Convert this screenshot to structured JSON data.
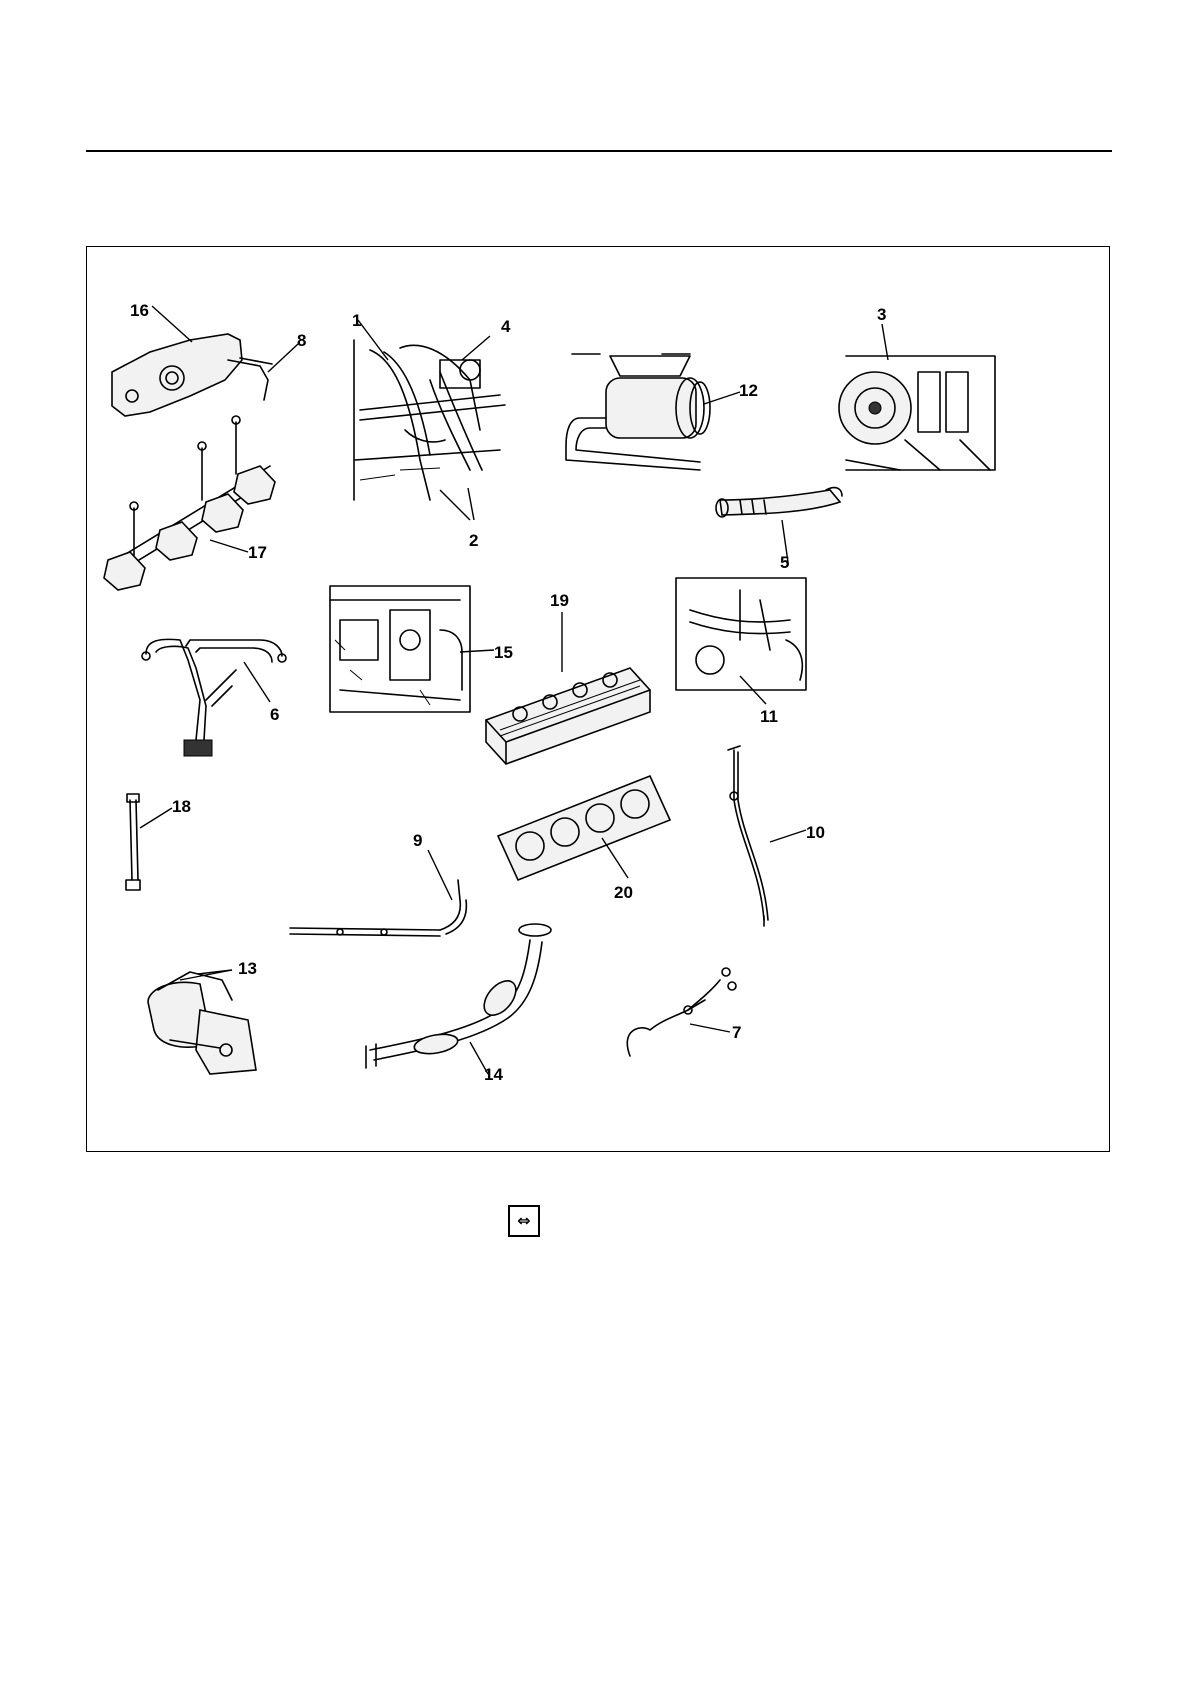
{
  "figure": {
    "callouts": [
      {
        "id": "c16",
        "label": "16"
      },
      {
        "id": "c8",
        "label": "8"
      },
      {
        "id": "c1",
        "label": "1"
      },
      {
        "id": "c4",
        "label": "4"
      },
      {
        "id": "c2",
        "label": "2"
      },
      {
        "id": "c12",
        "label": "12"
      },
      {
        "id": "c3",
        "label": "3"
      },
      {
        "id": "c17",
        "label": "17"
      },
      {
        "id": "c5",
        "label": "5"
      },
      {
        "id": "c19",
        "label": "19"
      },
      {
        "id": "c15",
        "label": "15"
      },
      {
        "id": "c11",
        "label": "11"
      },
      {
        "id": "c6",
        "label": "6"
      },
      {
        "id": "c18",
        "label": "18"
      },
      {
        "id": "c10",
        "label": "10"
      },
      {
        "id": "c9",
        "label": "9"
      },
      {
        "id": "c20",
        "label": "20"
      },
      {
        "id": "c13",
        "label": "13"
      },
      {
        "id": "c7",
        "label": "7"
      },
      {
        "id": "c14",
        "label": "14"
      }
    ]
  },
  "icons": {
    "swap": {
      "name": "swap-arrows-icon",
      "glyph": "⇔"
    }
  }
}
